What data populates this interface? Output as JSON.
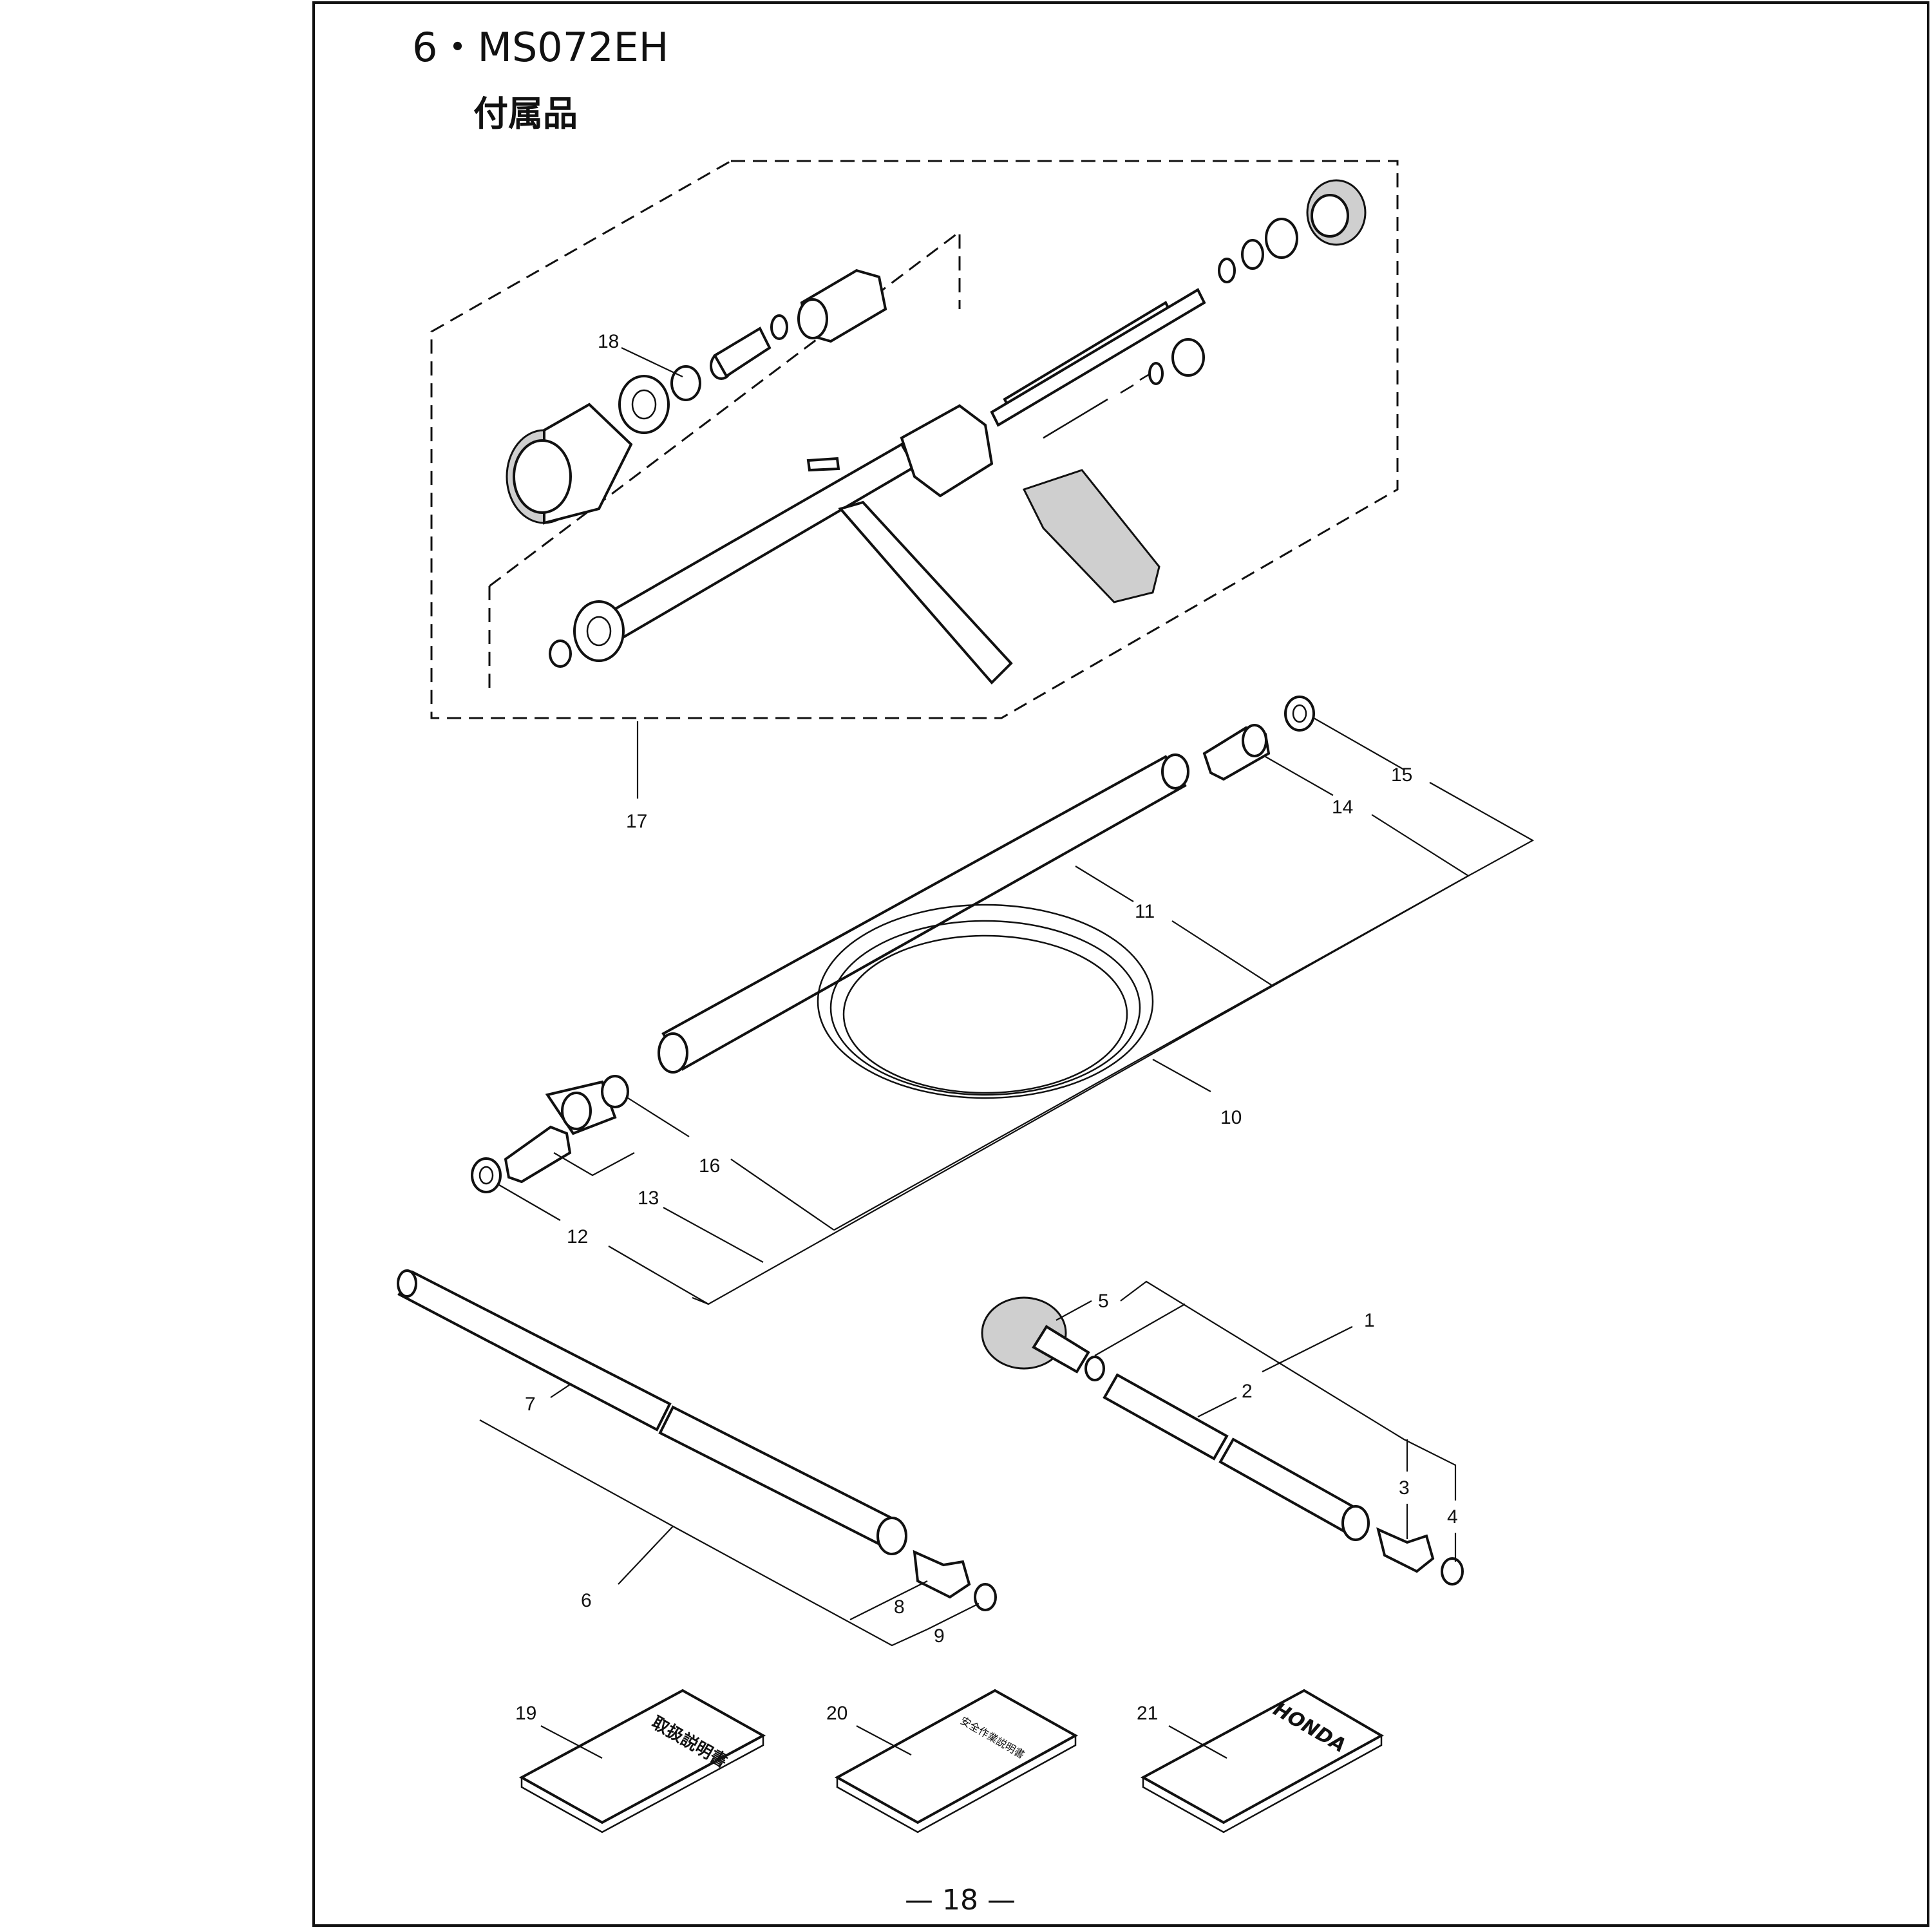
{
  "header": {
    "title": "6・MS072EH",
    "subtitle": "付属品"
  },
  "callouts": [
    "1",
    "2",
    "3",
    "4",
    "5",
    "6",
    "7",
    "8",
    "9",
    "10",
    "11",
    "12",
    "13",
    "14",
    "15",
    "16",
    "17",
    "18",
    "19",
    "20",
    "21"
  ],
  "manuals": {
    "manual_19": "取扱説明書",
    "manual_20": "安全作業説明書",
    "manual_21": "HONDA"
  },
  "footer": {
    "page": "— 18 —"
  }
}
